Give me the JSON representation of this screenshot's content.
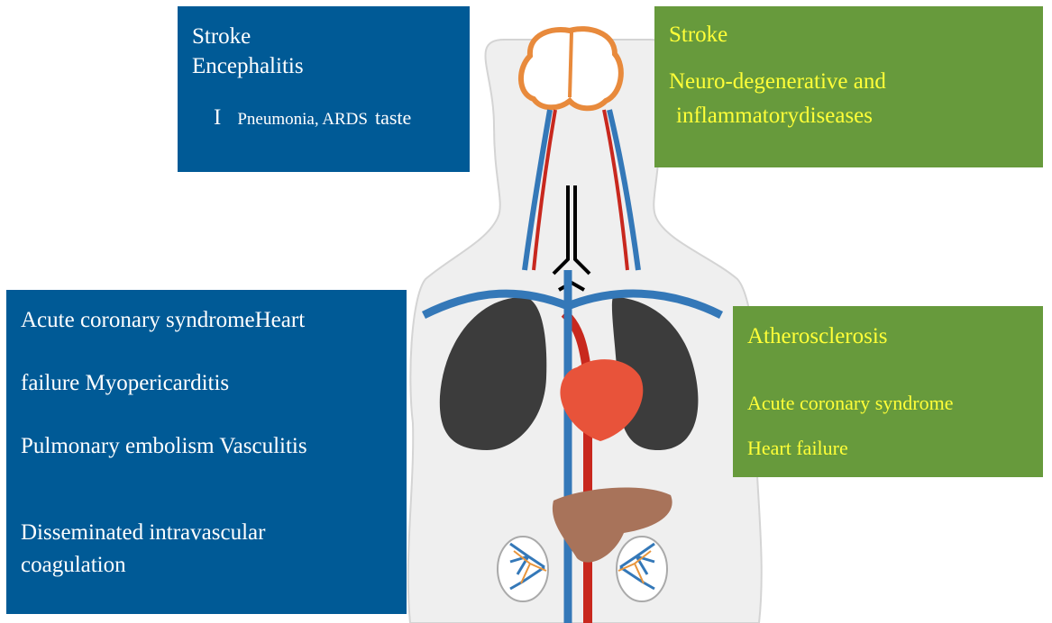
{
  "boxes": {
    "top_left": {
      "lines": [
        "Stroke",
        "Encephalitis"
      ],
      "row": {
        "marker": "I",
        "text": "Pneumonia, ARDS",
        "trailing": "taste"
      }
    },
    "top_right": {
      "title": "Stroke",
      "lines": [
        "Neuro-degenerative and",
        "inflammatorydiseases"
      ]
    },
    "bottom_left": {
      "lines": [
        "Acute coronary syndromeHeart",
        "failure Myopericarditis",
        "Pulmonary embolism Vasculitis",
        "Disseminated intravascular",
        "coagulation"
      ]
    },
    "bottom_right": {
      "title": "Atherosclerosis",
      "lines": [
        "Acute coronary syndrome",
        "Heart failure"
      ]
    }
  },
  "colors": {
    "blue_box": "#005a96",
    "green_box": "#679a3c",
    "green_text": "#ffff38",
    "lung": "#3c3c3c",
    "heart": "#e8533a",
    "artery": "#c8281e",
    "vein": "#3478b8",
    "liver": "#a8735a",
    "brain_outline": "#e88a3c"
  }
}
